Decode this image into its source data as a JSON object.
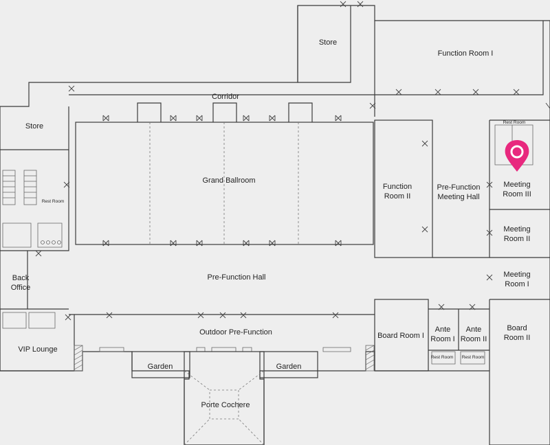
{
  "rooms": {
    "store_top": "Store",
    "function_room_1": "Function Room I",
    "corridor": "Corridor",
    "store_left": "Store",
    "grand_ballroom": "Grand Ballroom",
    "rest_room_left": "Rest Room",
    "function_room_2_line1": "Function",
    "function_room_2_line2": "Room II",
    "prefunction_meeting_line1": "Pre-Function",
    "prefunction_meeting_line2": "Meeting Hall",
    "rest_room_top_right": "Rest Room",
    "meeting_room_3_line1": "Meeting",
    "meeting_room_3_line2": "Room III",
    "meeting_room_2_line1": "Meeting",
    "meeting_room_2_line2": "Room II",
    "meeting_room_1_line1": "Meeting",
    "meeting_room_1_line2": "Room I",
    "back_office_line1": "Back",
    "back_office_line2": "Office",
    "prefunction_hall": "Pre-Function Hall",
    "vip_lounge": "VIP Lounge",
    "outdoor_prefunction": "Outdoor Pre-Function",
    "board_room_1": "Board Room I",
    "ante_room_1_line1": "Ante",
    "ante_room_1_line2": "Room I",
    "ante_room_2_line1": "Ante",
    "ante_room_2_line2": "Room II",
    "board_room_2_line1": "Board",
    "board_room_2_line2": "Room II",
    "rest_room_bottom_1": "Rest Room",
    "rest_room_bottom_2": "Rest Room",
    "garden_left": "Garden",
    "garden_right": "Garden",
    "porte_cochere": "Porte Cochere"
  },
  "marker": {
    "icon": "location-pin-icon",
    "room": "Meeting Room III",
    "color": "#e8287e"
  },
  "colors": {
    "background": "#eeeeee",
    "walls": "#3a3a3a"
  }
}
